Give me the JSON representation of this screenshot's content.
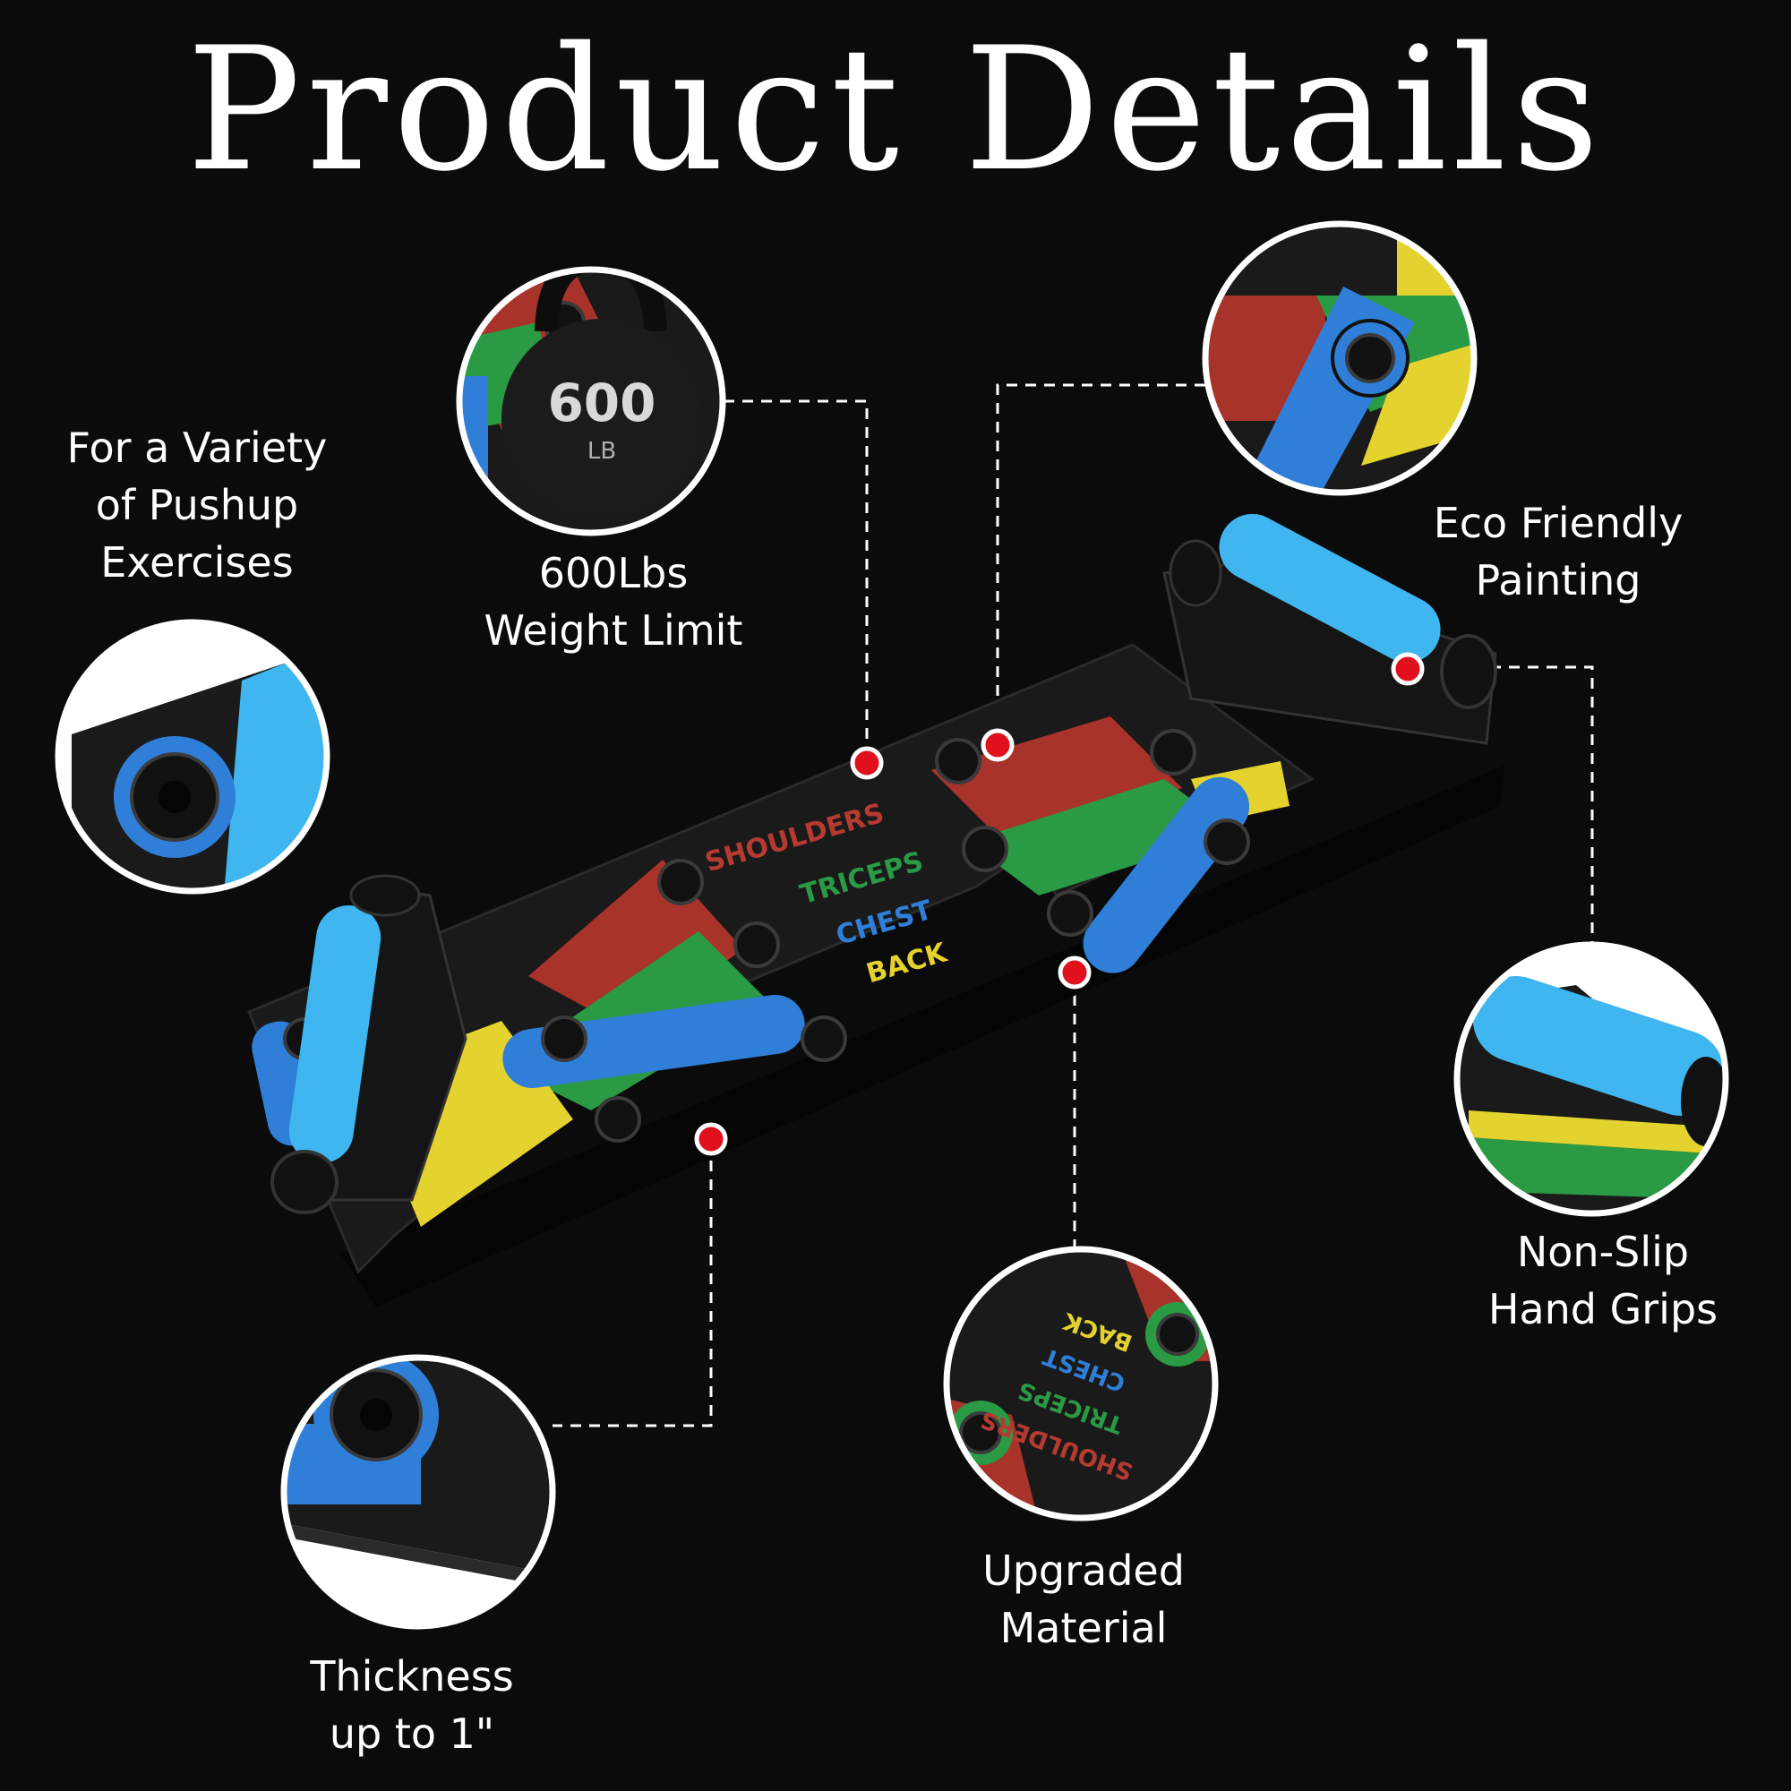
{
  "title": "Product Details",
  "colors": {
    "background": "#0b0b0b",
    "board": "#1a1a1a",
    "red": "#a8332a",
    "green": "#2a9a45",
    "blue": "#2f7fd9",
    "yellow": "#e4d22f",
    "grip": "#3fb6ef",
    "marker": "#e0101c"
  },
  "board_text": {
    "shoulders": "SHOULDERS",
    "triceps": "TRICEPS",
    "chest": "CHEST",
    "back": "BACK"
  },
  "kettlebell": {
    "number": "600",
    "unit": "LB"
  },
  "features": [
    {
      "id": "variety",
      "lines": [
        "For a Variety",
        "of Pushup",
        "Exercises"
      ]
    },
    {
      "id": "weight",
      "lines": [
        "600Lbs",
        "Weight Limit"
      ]
    },
    {
      "id": "eco",
      "lines": [
        "Eco Friendly",
        "Painting"
      ]
    },
    {
      "id": "grips",
      "lines": [
        "Non-Slip",
        "Hand Grips"
      ]
    },
    {
      "id": "material",
      "lines": [
        "Upgraded",
        "Material"
      ]
    },
    {
      "id": "thickness",
      "lines": [
        "Thickness",
        "up to 1\""
      ]
    }
  ]
}
